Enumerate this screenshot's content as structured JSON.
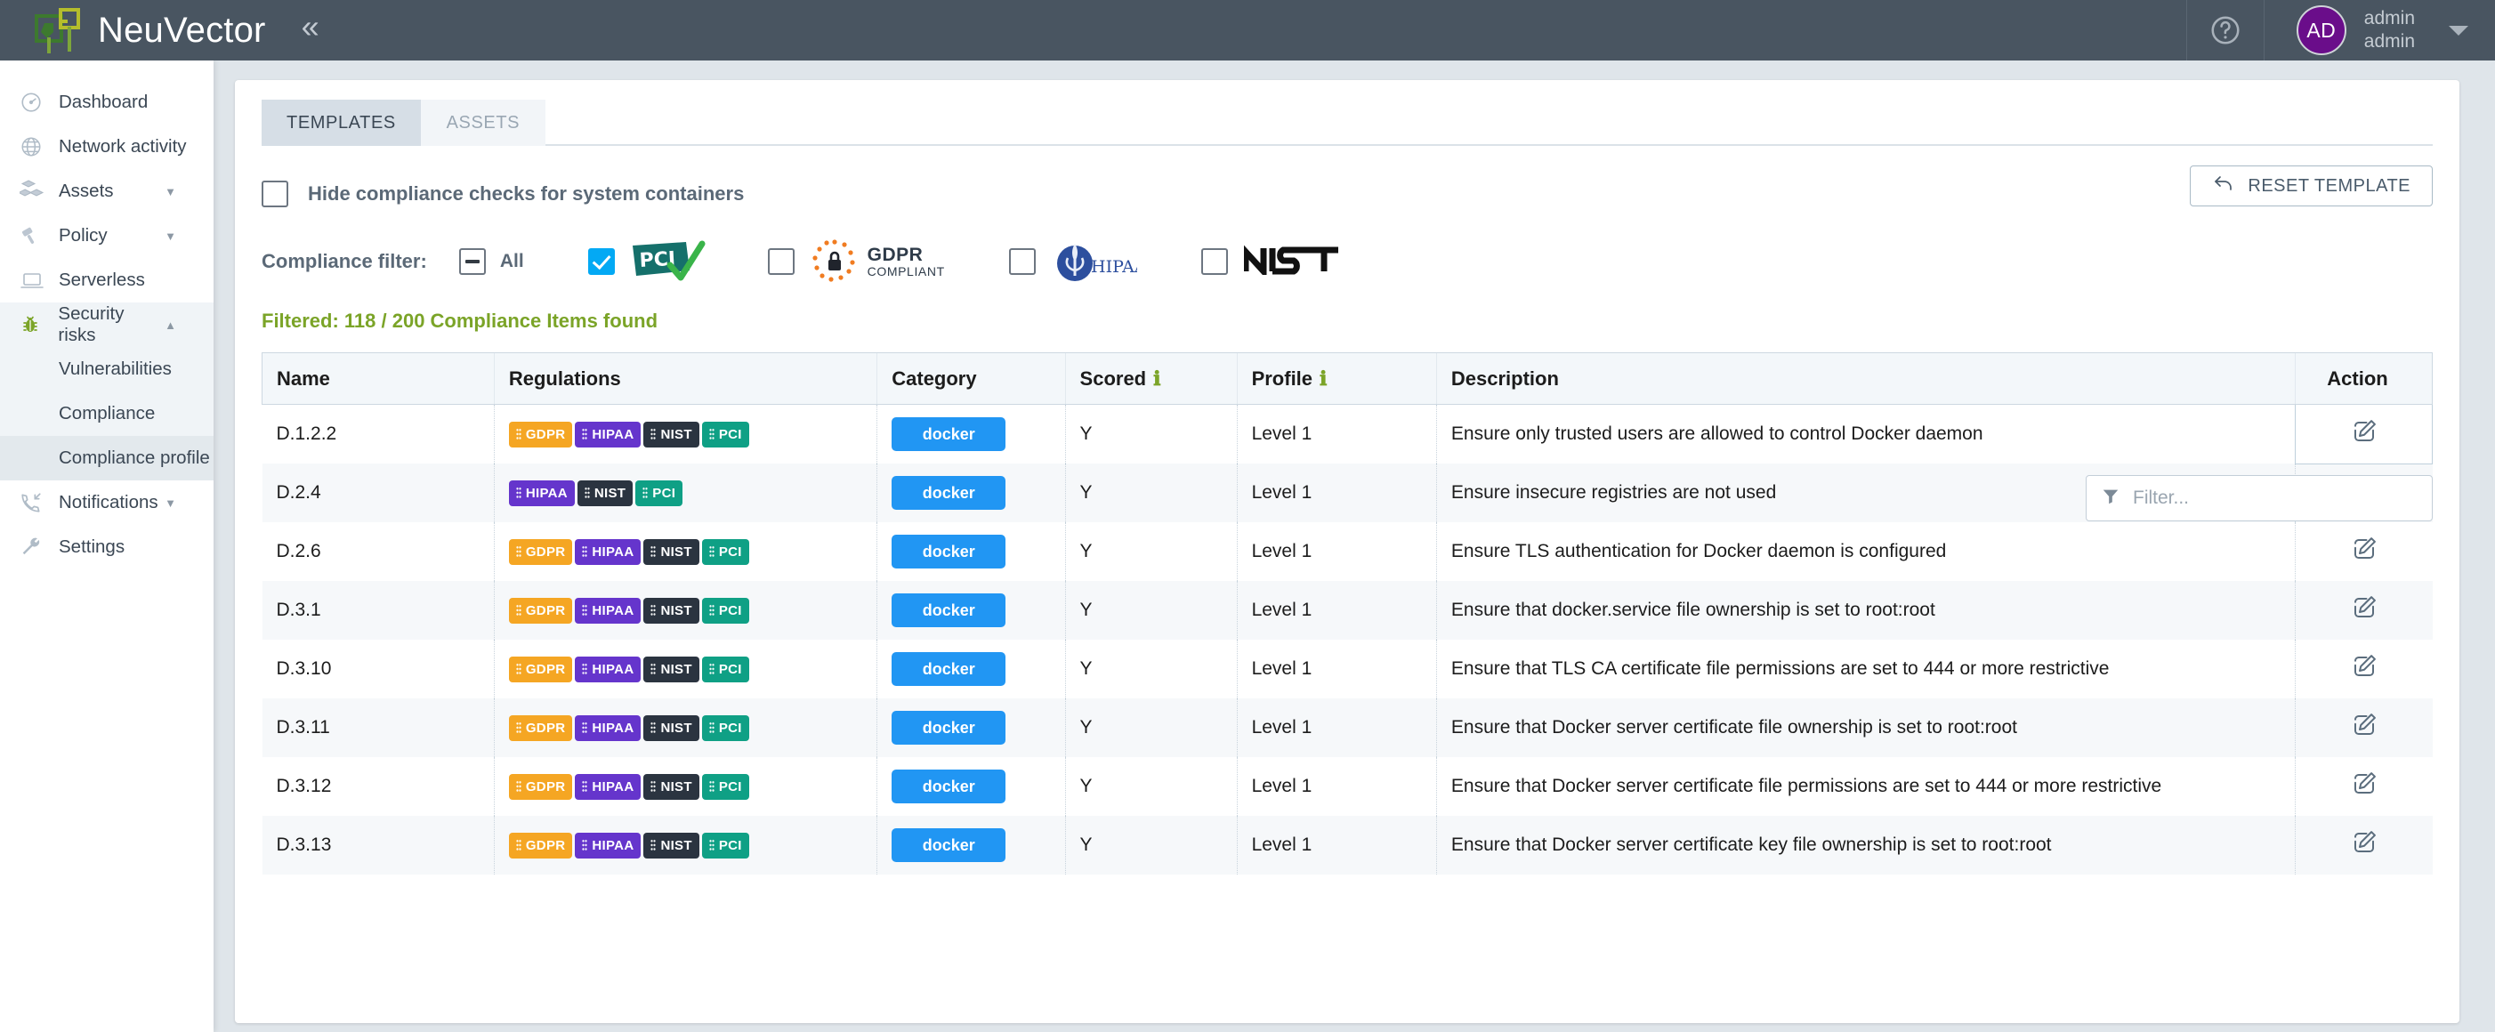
{
  "app": {
    "brand_name": "NeuVector",
    "collapse_icon": "chevron-double-left-icon",
    "help_icon": "help-circle-icon",
    "avatar_initials": "AD",
    "user_line1": "admin",
    "user_line2": "admin",
    "caret_icon": "caret-down-icon"
  },
  "sidebar": {
    "items": [
      {
        "label": "Dashboard",
        "icon": "gauge-icon",
        "expandable": false
      },
      {
        "label": "Network activity",
        "icon": "globe-icon",
        "expandable": false
      },
      {
        "label": "Assets",
        "icon": "boxes-icon",
        "expandable": true
      },
      {
        "label": "Policy",
        "icon": "gavel-icon",
        "expandable": true
      },
      {
        "label": "Serverless",
        "icon": "laptop-icon",
        "expandable": false
      },
      {
        "label": "Security risks",
        "icon": "bug-icon",
        "expandable": true
      }
    ],
    "security_sub_items": [
      {
        "label": "Vulnerabilities",
        "active": false
      },
      {
        "label": "Compliance",
        "active": false
      },
      {
        "label": "Compliance profile",
        "active": true
      }
    ],
    "bottom_items": [
      {
        "label": "Notifications",
        "icon": "phone-incoming-icon",
        "expandable": true
      },
      {
        "label": "Settings",
        "icon": "wrench-icon",
        "expandable": false
      }
    ]
  },
  "tabs": [
    {
      "label": "TEMPLATES",
      "active": true
    },
    {
      "label": "ASSETS",
      "active": false
    }
  ],
  "toolbar": {
    "hide_system_label": "Hide compliance checks for system containers",
    "hide_system_checked": false,
    "reset_label": "RESET TEMPLATE",
    "reset_icon": "undo-arrow-icon"
  },
  "compliance_filter": {
    "label": "Compliance filter:",
    "all_label": "All",
    "all_state": "indeterminate",
    "options": [
      {
        "name": "PCI",
        "checked": true,
        "logo": "pci-logo"
      },
      {
        "name": "GDPR",
        "checked": false,
        "logo": "gdpr-logo",
        "logo_text_1": "GDPR",
        "logo_text_2": "COMPLIANT"
      },
      {
        "name": "HIPAA",
        "checked": false,
        "logo": "hipaa-logo",
        "logo_text": "HIPAA"
      },
      {
        "name": "NIST",
        "checked": false,
        "logo": "nist-logo",
        "logo_text": "NIST"
      }
    ]
  },
  "results": {
    "found_text": "Filtered: 118 / 200 Compliance Items found",
    "filter_placeholder": "Filter...",
    "filter_value": "",
    "filter_icon": "funnel-icon"
  },
  "table": {
    "columns": [
      {
        "key": "name",
        "label": "Name",
        "info": false
      },
      {
        "key": "regulations",
        "label": "Regulations",
        "info": false
      },
      {
        "key": "category",
        "label": "Category",
        "info": false
      },
      {
        "key": "scored",
        "label": "Scored",
        "info": true
      },
      {
        "key": "profile",
        "label": "Profile",
        "info": true
      },
      {
        "key": "description",
        "label": "Description",
        "info": false
      },
      {
        "key": "action",
        "label": "Action",
        "info": false
      }
    ],
    "rows": [
      {
        "name": "D.1.2.2",
        "regulations": [
          "GDPR",
          "HIPAA",
          "NIST",
          "PCI"
        ],
        "category": "docker",
        "scored": "Y",
        "profile": "Level 1",
        "description": "Ensure only trusted users are allowed to control Docker daemon",
        "action_icon": "edit-icon",
        "selected": true
      },
      {
        "name": "D.2.4",
        "regulations": [
          "HIPAA",
          "NIST",
          "PCI"
        ],
        "category": "docker",
        "scored": "Y",
        "profile": "Level 1",
        "description": "Ensure insecure registries are not used",
        "action_icon": "edit-icon",
        "selected": false
      },
      {
        "name": "D.2.6",
        "regulations": [
          "GDPR",
          "HIPAA",
          "NIST",
          "PCI"
        ],
        "category": "docker",
        "scored": "Y",
        "profile": "Level 1",
        "description": "Ensure TLS authentication for Docker daemon is configured",
        "action_icon": "edit-icon",
        "selected": false
      },
      {
        "name": "D.3.1",
        "regulations": [
          "GDPR",
          "HIPAA",
          "NIST",
          "PCI"
        ],
        "category": "docker",
        "scored": "Y",
        "profile": "Level 1",
        "description": "Ensure that docker.service file ownership is set to root:root",
        "action_icon": "edit-icon",
        "selected": false
      },
      {
        "name": "D.3.10",
        "regulations": [
          "GDPR",
          "HIPAA",
          "NIST",
          "PCI"
        ],
        "category": "docker",
        "scored": "Y",
        "profile": "Level 1",
        "description": "Ensure that TLS CA certificate file permissions are set to 444 or more restrictive",
        "action_icon": "edit-icon",
        "selected": false
      },
      {
        "name": "D.3.11",
        "regulations": [
          "GDPR",
          "HIPAA",
          "NIST",
          "PCI"
        ],
        "category": "docker",
        "scored": "Y",
        "profile": "Level 1",
        "description": "Ensure that Docker server certificate file ownership is set to root:root",
        "action_icon": "edit-icon",
        "selected": false
      },
      {
        "name": "D.3.12",
        "regulations": [
          "GDPR",
          "HIPAA",
          "NIST",
          "PCI"
        ],
        "category": "docker",
        "scored": "Y",
        "profile": "Level 1",
        "description": "Ensure that Docker server certificate file permissions are set to 444 or more restrictive",
        "action_icon": "edit-icon",
        "selected": false
      },
      {
        "name": "D.3.13",
        "regulations": [
          "GDPR",
          "HIPAA",
          "NIST",
          "PCI"
        ],
        "category": "docker",
        "scored": "Y",
        "profile": "Level 1",
        "description": "Ensure that Docker server certificate key file ownership is set to root:root",
        "action_icon": "edit-icon",
        "selected": false
      }
    ]
  },
  "colors": {
    "topbar": "#495561",
    "gdpr": "#f5a623",
    "hipaa": "#6535cc",
    "nist": "#2b3440",
    "pci": "#0fa085",
    "category": "#2196f3",
    "found_text": "#7ba428",
    "checkbox_checked": "#03a9f4",
    "avatar": "#6a0d8a"
  }
}
